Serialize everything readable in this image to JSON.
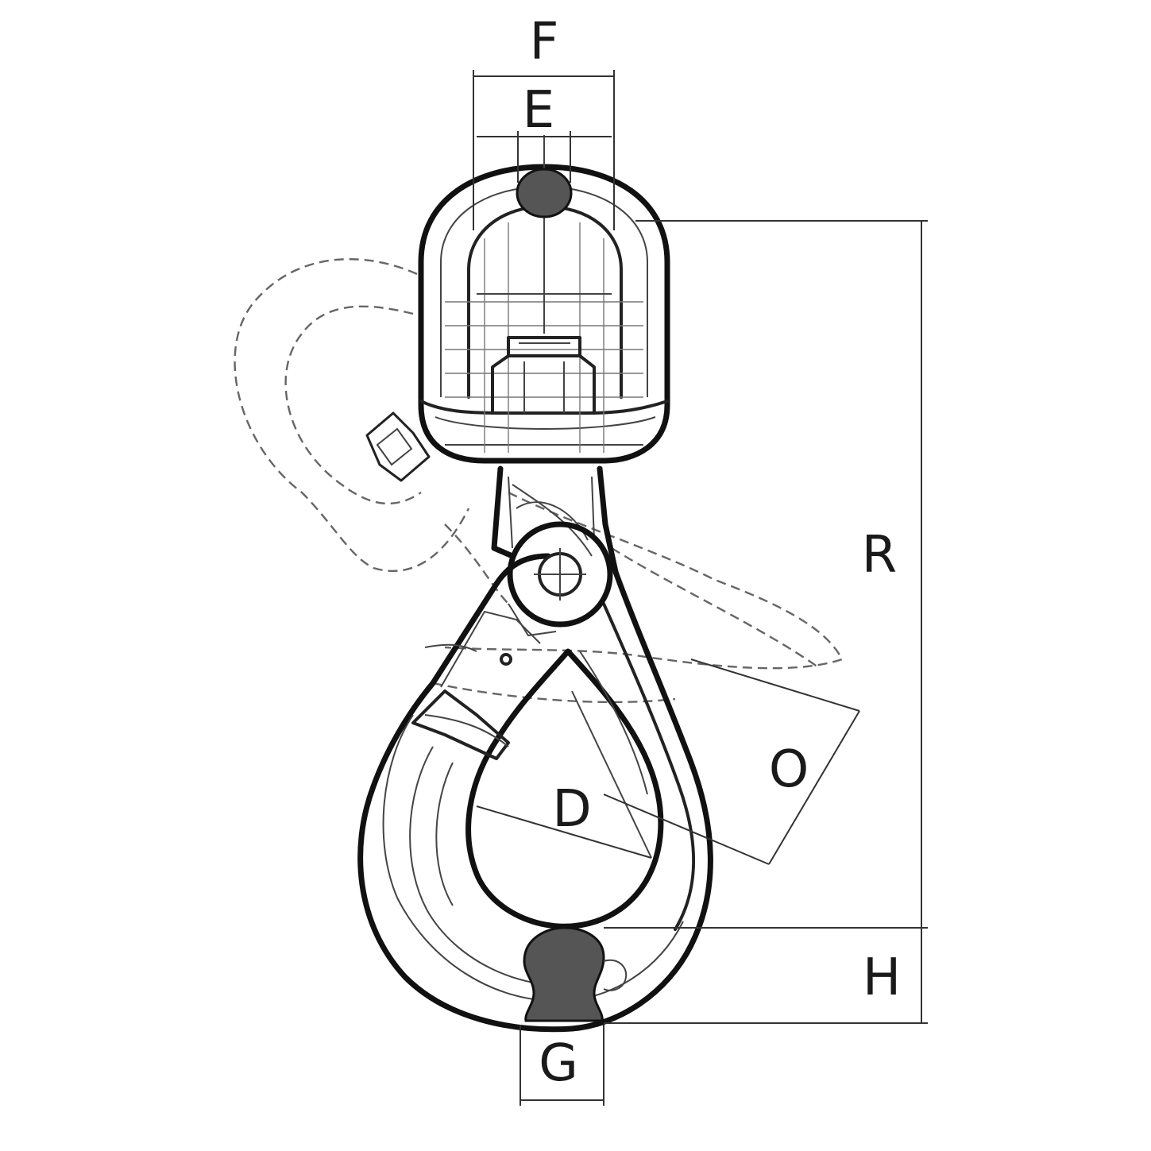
{
  "labels": {
    "F": "F",
    "E": "E",
    "R": "R",
    "O": "O",
    "D": "D",
    "H": "H",
    "G": "G"
  },
  "colors": {
    "line": "#111111",
    "section_fill": "#555555",
    "background": "#ffffff"
  }
}
